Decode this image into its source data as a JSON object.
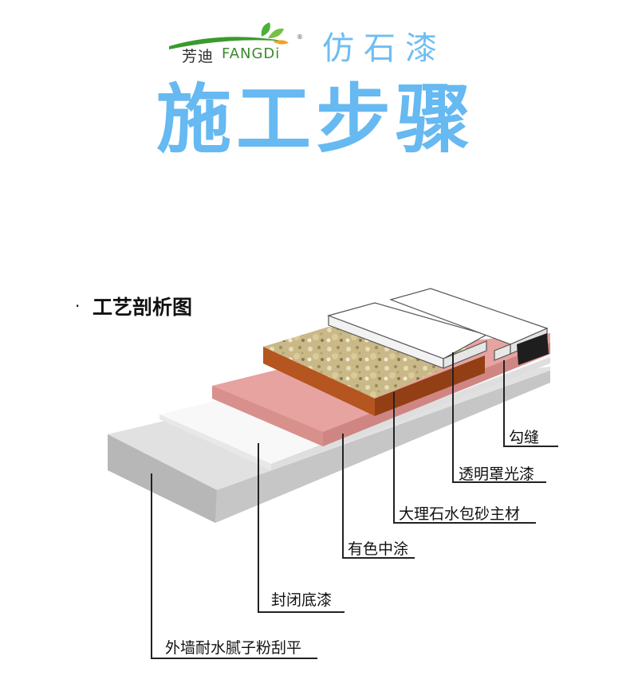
{
  "header": {
    "brand_cn": "芳迪",
    "brand_en": "FANGDi",
    "registered_mark": "®",
    "product_name": "仿石漆",
    "title": "施工步骤"
  },
  "section": {
    "bullet": "·",
    "title": "工艺剖析图"
  },
  "layers": [
    {
      "label": "勾缝"
    },
    {
      "label": "透明罩光漆"
    },
    {
      "label": "大理石水包砂主材"
    },
    {
      "label": "有色中涂"
    },
    {
      "label": "封闭底漆"
    },
    {
      "label": "外墙耐水腻子粉刮平"
    }
  ],
  "colors": {
    "title_blue": "#66b9f1",
    "brand_green": "#3a8a2b",
    "pink_layer": "#e29a97",
    "stone_layer": "#c8b98a",
    "brown_edge": "#a34e1e",
    "grout": "#222222"
  }
}
